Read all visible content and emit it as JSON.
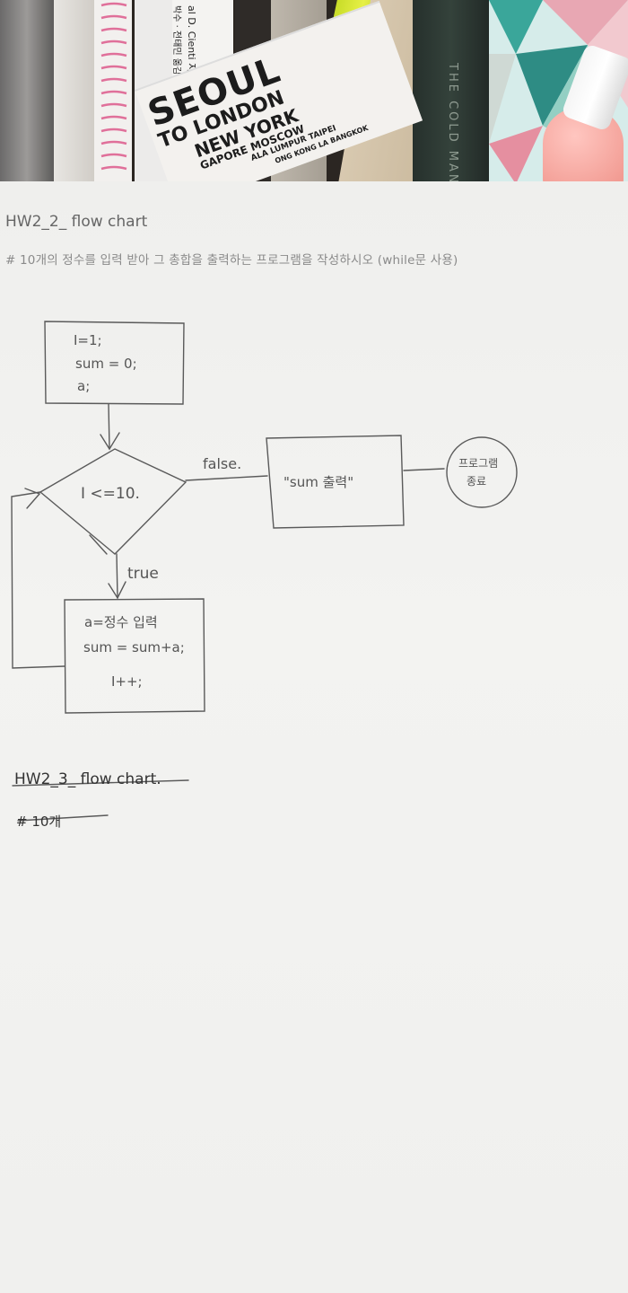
{
  "background_books": {
    "spine_author": "al D. Cienti 지음",
    "spine_translator": "박수 · 전태민 옮김",
    "cover_line_1": "SEOUL",
    "cover_line_2": "TO LONDON",
    "cover_line_3": "NEW YORK",
    "cover_line_4": "GAPORE MOSCOW",
    "cover_line_5": "ALA LUMPUR TAIPEI",
    "cover_line_6": "ONG KONG LA BANGKOK",
    "spine_book_right": "THE COLD MAN"
  },
  "note": {
    "title": "HW2_2_ flow chart",
    "assignment": "# 10개의 정수를 입력 받아  그 총합을 출력하는 프로그램을 작성하시오 (while문 사용)",
    "flowchart": {
      "init_box": {
        "line1": "I=1;",
        "line2": "sum = 0;",
        "line3": "a;"
      },
      "decision": "I <=10.",
      "false_label": "false.",
      "true_label": "true",
      "output_box": "\"sum 출력\"",
      "terminal": {
        "line1": "프로그램",
        "line2": "종료"
      },
      "process_box": {
        "line1": "a=정수 입력",
        "line2": "sum = sum+a;",
        "line3": "I++;"
      }
    },
    "struck_title": "HW2_3_ flow chart.",
    "struck_line": "# 10개"
  }
}
